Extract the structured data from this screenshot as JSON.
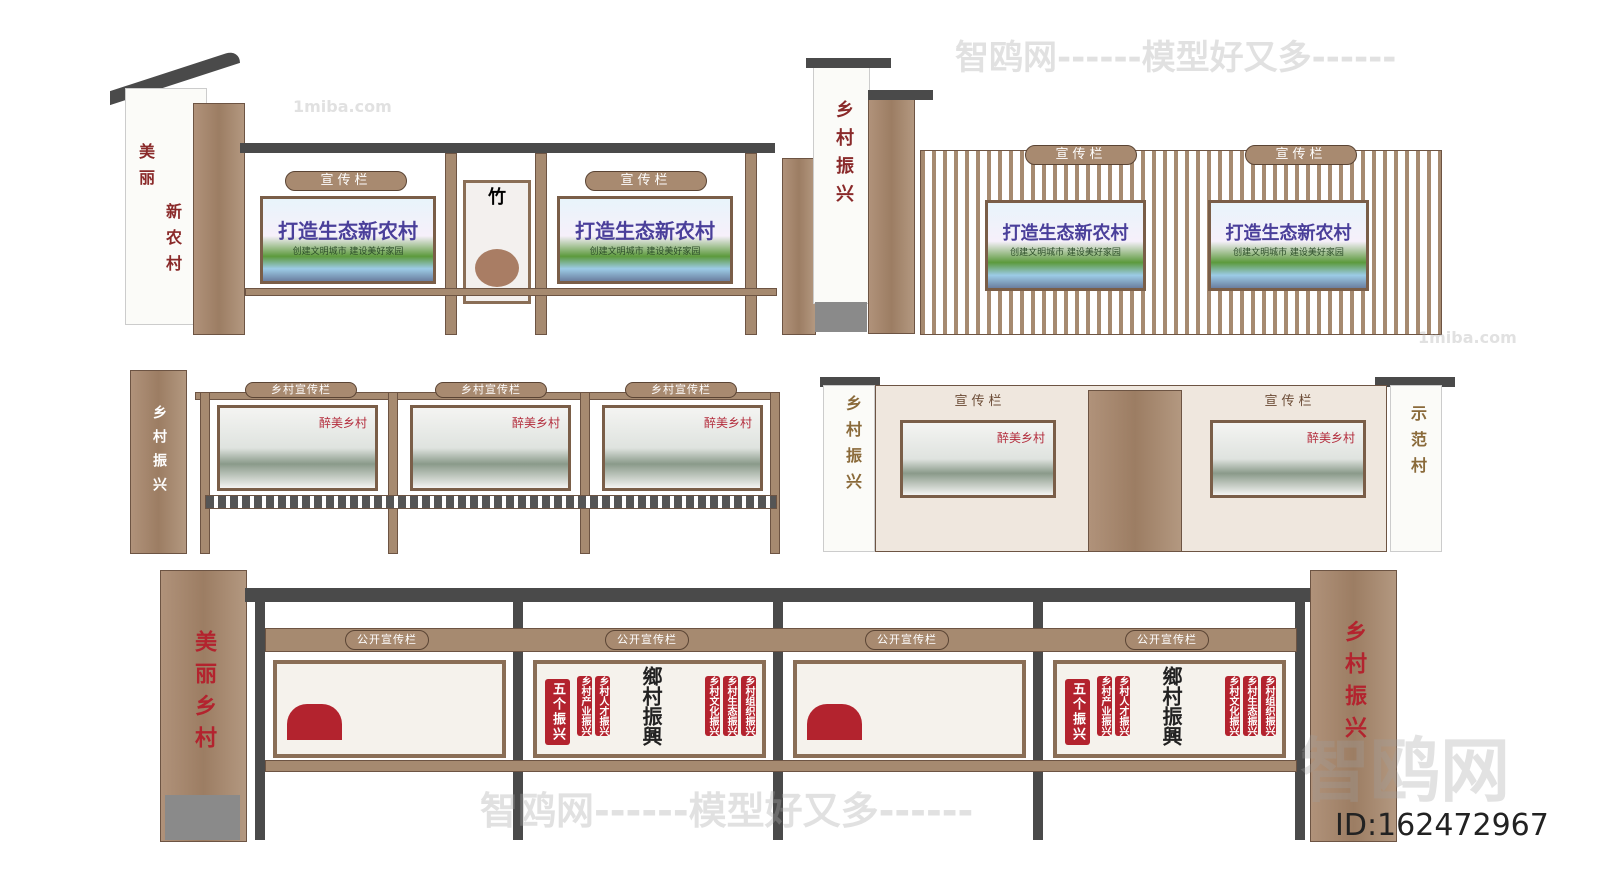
{
  "board1": {
    "vertical_title": "美丽",
    "vertical_sub": "新农村",
    "sign": "宣传栏",
    "poster_title": "打造生态新农村",
    "poster_sub": "创建文明城市 建设美好家园",
    "middle_char": "竹"
  },
  "board2": {
    "vertical_title": "乡村振兴",
    "sign": "宣传栏",
    "poster_title": "打造生态新农村",
    "poster_sub": "创建文明城市 建设美好家园"
  },
  "board3": {
    "vertical_title": "乡村振兴",
    "sign": "乡村宣传栏",
    "poster_title": "醉美乡村"
  },
  "board4": {
    "left_title": "乡村振兴",
    "right_title": "示范村",
    "sign": "宣传栏",
    "poster_title": "醉美乡村"
  },
  "board5": {
    "left_title": "美丽乡村",
    "right_title": "乡村振兴",
    "sign": "公开宣传栏",
    "five": "五个振兴",
    "items": [
      "乡村产业振兴",
      "乡村人才振兴",
      "乡村文化振兴",
      "乡村生态振兴",
      "乡村组织振兴"
    ],
    "calligraphy": "鄉村振興"
  },
  "watermarks": {
    "main": "智鸥网------模型好又多------",
    "site": "1miba.com",
    "brand": "智鸥网",
    "id": "ID:162472967"
  },
  "colors": {
    "wood": "#a88a70",
    "roof": "#4a4a4a",
    "red": "#b3232e"
  }
}
